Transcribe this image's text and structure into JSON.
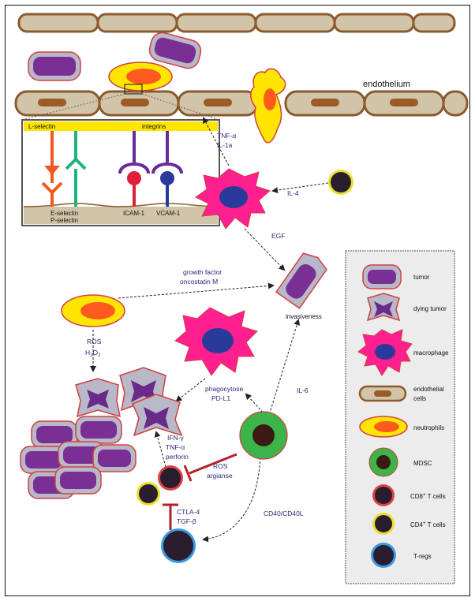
{
  "labels": {
    "endothelium": "endothelium",
    "l_selectin": "L-selectin",
    "integrins": "integrins",
    "e_selectin": "E-selectin",
    "p_selectin": "P-selectin",
    "icam": "ICAM-1",
    "vcam": "VCAM-1",
    "tnf": "TNF-α",
    "il1a": "IL-1a",
    "il4": "IL-4",
    "egf": "EGF",
    "growth_factor": "growth factor",
    "oncostatin": "oncostatin M",
    "invasiveness": "invasiveness",
    "ros": "ROS",
    "h2o2_main": "H",
    "h2o2_sub1": "2",
    "h2o2_o": "O",
    "h2o2_sub2": "2",
    "phagocytose": "phagocytose",
    "pdl1": "PD-L1",
    "il6": "IL-6",
    "ifn": "IFN-γ",
    "tnf2": "TNF-α",
    "perforin": "perforin",
    "ros2": "ROS",
    "arginase": "argianse",
    "ctla4": "CTLA-4",
    "tgf": "TGF-β",
    "cd40": "CD40/CD40L"
  },
  "legend": {
    "items": [
      {
        "label": "tumor"
      },
      {
        "label": "dying tumor"
      },
      {
        "label": "macrophage"
      },
      {
        "label": "endothelial",
        "label2": "cells"
      },
      {
        "label": "neutrophils"
      },
      {
        "label": "MDSC"
      },
      {
        "label": "CD8",
        "sup": "+",
        "rest": " T cells"
      },
      {
        "label": "CD4",
        "sup": "+",
        "rest": " T cells"
      },
      {
        "label": "T-regs"
      }
    ]
  },
  "colors": {
    "endothelial_fill": "#d2c4a8",
    "endothelial_border": "#8a5a2e",
    "endothelial_nucleus": "#9c5b24",
    "tumor_fill": "#7a2f95",
    "tumor_halo": "#b8b8c8",
    "tumor_border": "#d04040",
    "neutrophil_fill": "#ffe500",
    "neutrophil_nucleus": "#ff5a1e",
    "macrophage_fill": "#ff1f8f",
    "macrophage_nucleus": "#2a3a9a",
    "mdsc_fill": "#3cb44a",
    "mdsc_nucleus": "#3a1a12",
    "tcell_fill": "#2a1d2e",
    "cd8_ring": "#e0404a",
    "cd4_ring": "#e8e02a",
    "treg_ring": "#3a9ae0",
    "inhibit": "#b21f2d",
    "text": "#2a2a7a"
  }
}
